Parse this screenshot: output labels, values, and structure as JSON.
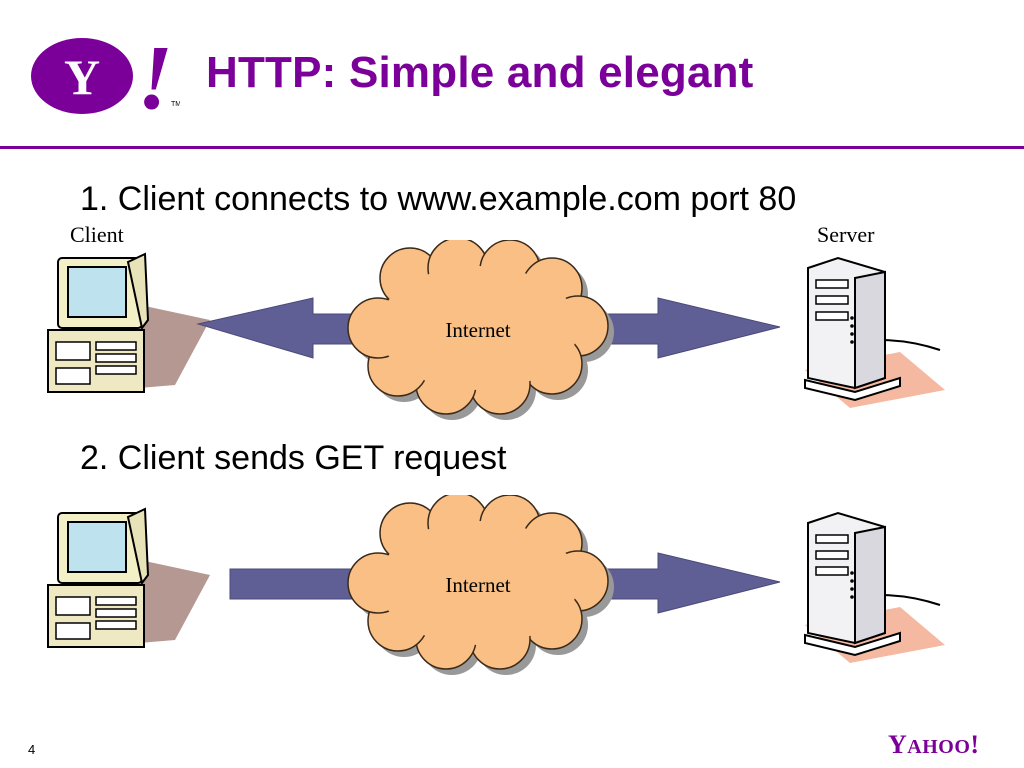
{
  "logo": {
    "letter": "Y",
    "mark": "!",
    "tm": "TM",
    "icon": "yahoo-logo-icon",
    "color": "#7b0099"
  },
  "title": "HTTP: Simple and elegant",
  "steps": [
    {
      "text": "1. Client connects to www.example.com port 80"
    },
    {
      "text": "2. Client sends GET request"
    }
  ],
  "labels": {
    "client": "Client",
    "server": "Server"
  },
  "diagrams": [
    {
      "cloud_label": "Internet",
      "left_arrow": "bidirectional",
      "right_arrow": "to-server"
    },
    {
      "cloud_label": "Internet",
      "left_arrow": "to-cloud",
      "right_arrow": "to-server"
    }
  ],
  "footer": {
    "page_number": "4",
    "logo_big": "Y",
    "logo_small": "AHOO",
    "logo_mark": "!"
  },
  "colors": {
    "accent": "#7b0099",
    "arrow": "#5f5f95",
    "cloud": "#f9bf85"
  }
}
